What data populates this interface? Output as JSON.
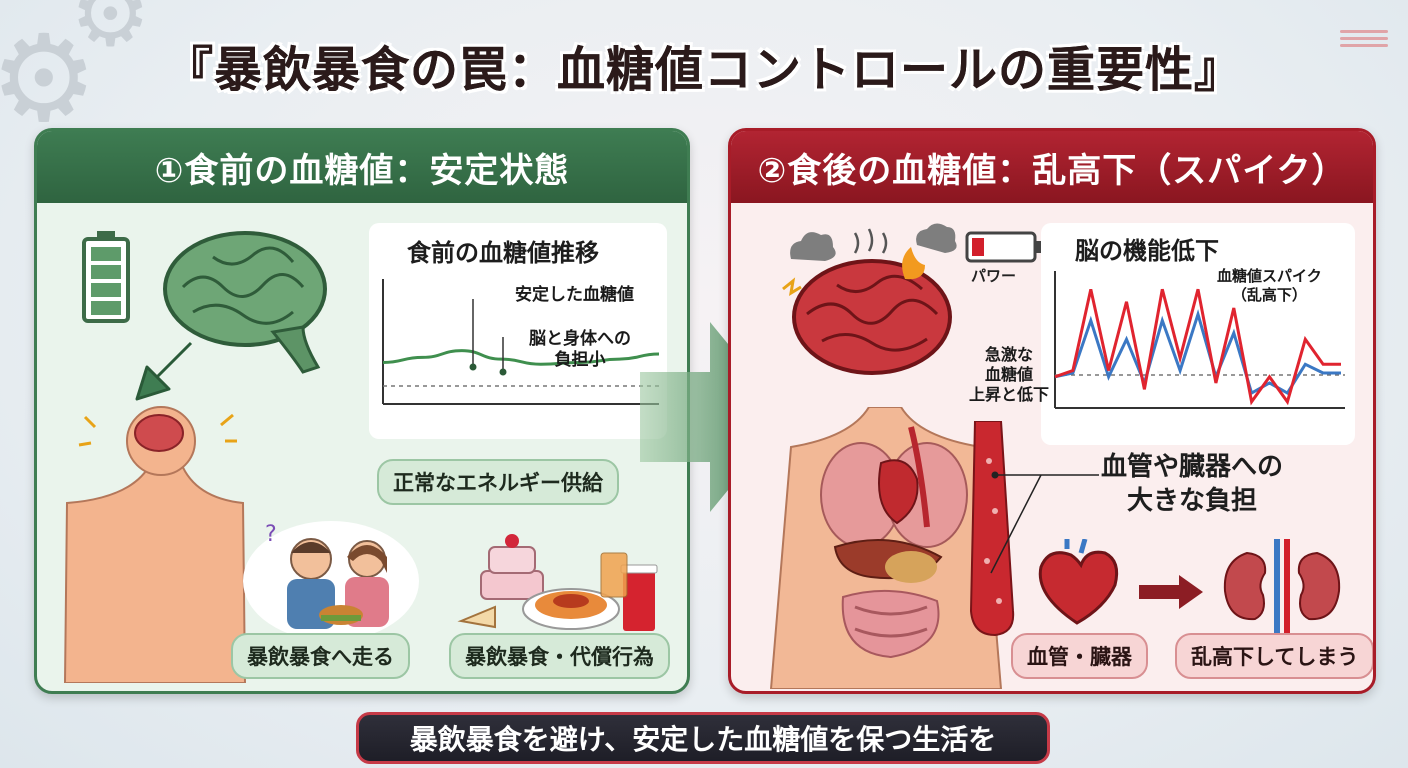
{
  "title": "『暴飲暴食の罠：血糖値コントロールの重要性』",
  "left_panel": {
    "header": "①食前の血糖値：安定状態",
    "chart_title": "食前の血糖値推移",
    "annotation_stable": "安定した血糖値",
    "annotation_burden": "脳と身体への\n負担小",
    "energy_label": "正常なエネルギー供給",
    "label_binge": "暴飲暴食へ走る",
    "label_compensation": "暴飲暴食・代償行為"
  },
  "right_panel": {
    "header": "②食後の血糖値：乱高下（スパイク）",
    "power_label": "パワー",
    "chart_title": "脳の機能低下",
    "spike_label": "血糖値スパイク\n（乱高下）",
    "rise_fall_label": "急激な\n血糖値\n上昇と低下",
    "burden_label": "血管や臓器への\n大きな負担",
    "label_vessels": "血管・臓器",
    "label_fluctuate": "乱高下してしまう"
  },
  "bottom_banner": "暴飲暴食を避け、安定した血糖値を保つ生活を",
  "colors": {
    "green": "#3e7c52",
    "red": "#b22432",
    "spike_red": "#e0242f",
    "spike_blue": "#3b78c4"
  },
  "chart_data": [
    {
      "type": "line",
      "title": "食前の血糖値推移",
      "series": [
        {
          "values": [
            0.45,
            0.48,
            0.52,
            0.47,
            0.44,
            0.45,
            0.47,
            0.5
          ]
        }
      ],
      "grid": false
    },
    {
      "type": "line",
      "title": "脳の機能低下",
      "series": [
        {
          "values": [
            0.25,
            0.3,
            0.95,
            0.3,
            0.85,
            0.15,
            0.95,
            0.4,
            0.95,
            0.2,
            0.8,
            0.05,
            0.25,
            0.05,
            0.55,
            0.35,
            0.35
          ]
        },
        {
          "values": [
            0.25,
            0.28,
            0.7,
            0.25,
            0.55,
            0.2,
            0.7,
            0.3,
            0.75,
            0.25,
            0.6,
            0.12,
            0.2,
            0.12,
            0.35,
            0.28,
            0.28
          ]
        }
      ],
      "grid": false
    }
  ]
}
